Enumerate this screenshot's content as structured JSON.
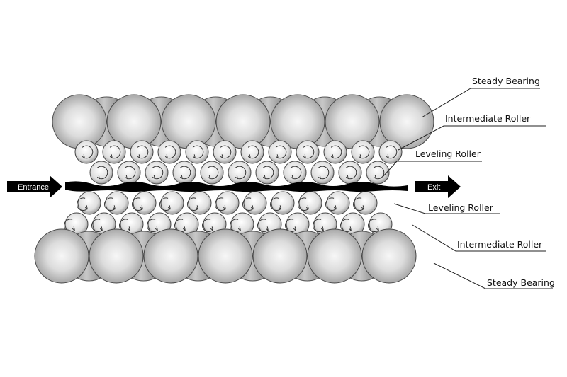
{
  "labels": {
    "top_steady_bearing": "Steady Bearing",
    "top_intermediate_roller": "Intermediate Roller",
    "top_leveling_roller": "Leveling Roller",
    "bottom_leveling_roller": "Leveling Roller",
    "bottom_intermediate_roller": "Intermediate Roller",
    "bottom_steady_bearing": "Steady Bearing"
  },
  "arrows": {
    "entrance": "Entrance",
    "exit": "Exit"
  },
  "rows": {
    "top_steady_bearing_count": 7,
    "top_intermediate_roller_count": 12,
    "top_leveling_roller_count": 11,
    "bottom_leveling_roller_count": 11,
    "bottom_intermediate_roller_count": 12,
    "bottom_steady_bearing_count": 7
  },
  "colors": {
    "strip": "#000000",
    "roller_light": "#f0f0f0",
    "roller_dark": "#8a8a8a",
    "outline": "#333333"
  }
}
